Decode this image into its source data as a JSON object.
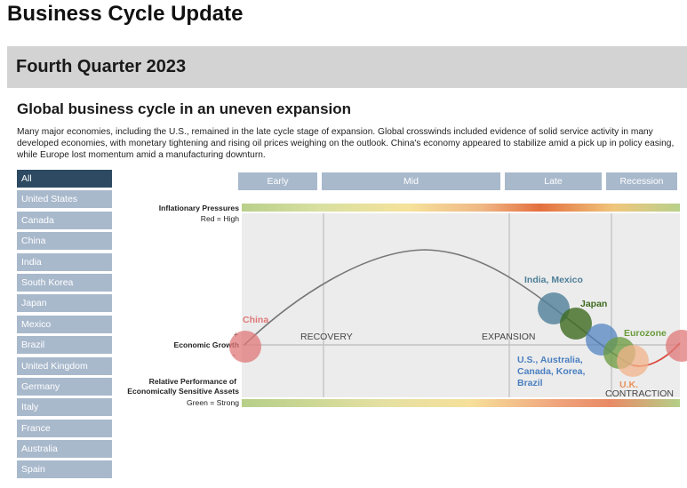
{
  "header": {
    "title": "Business Cycle Update"
  },
  "quarter": {
    "title": "Fourth Quarter 2023"
  },
  "section": {
    "title": "Global business cycle in an uneven expansion",
    "description": "Many major economies, including the U.S., remained in the late cycle stage of expansion. Global crosswinds included evidence of solid service activity in many developed economies, with monetary tightening and rising oil prices weighing on the outlook. China's economy appeared to stabilize amid a pick up in policy easing, while Europe lost momentum amid a manufacturing downturn."
  },
  "countries": {
    "selected": "All",
    "items": [
      "All",
      "United States",
      "Canada",
      "China",
      "India",
      "South Korea",
      "Japan",
      "Mexico",
      "Brazil",
      "United Kingdom",
      "Germany",
      "Italy",
      "France",
      "Australia",
      "Spain"
    ]
  },
  "phases": {
    "early": "Early",
    "mid": "Mid",
    "late": "Late",
    "recession": "Recession"
  },
  "axis_labels": {
    "inflationary_pressures": "Inflationary Pressures",
    "inflation_scale": "Red = High",
    "plus": "+",
    "economic_growth": "Economic Growth",
    "minus": "-",
    "relative_performance_1": "Relative Performance of",
    "relative_performance_2": "Economically Sensitive Assets",
    "performance_scale": "Green = Strong"
  },
  "stages": {
    "recovery": "RECOVERY",
    "expansion": "EXPANSION",
    "contraction": "CONTRACTION"
  },
  "economies": {
    "china": {
      "label": "China",
      "color": "#e07878"
    },
    "india_mexico": {
      "label": "India, Mexico",
      "color": "#4f7f99"
    },
    "japan": {
      "label": "Japan",
      "color": "#3e6b20"
    },
    "us_group": {
      "label_lines": [
        "U.S., Australia,",
        "Canada, Korea,",
        "Brazil"
      ],
      "color": "#4a7fc0"
    },
    "eurozone": {
      "label": "Eurozone",
      "color": "#6a9a3c"
    },
    "uk": {
      "label": "U.K.",
      "color": "#e8925a"
    }
  },
  "colors": {
    "accent_dark": "#2d4a62",
    "button": "#a9b9cc",
    "plot_bg": "#ececec",
    "cycle_line": "#777777",
    "recession_line": "#d9473b"
  }
}
